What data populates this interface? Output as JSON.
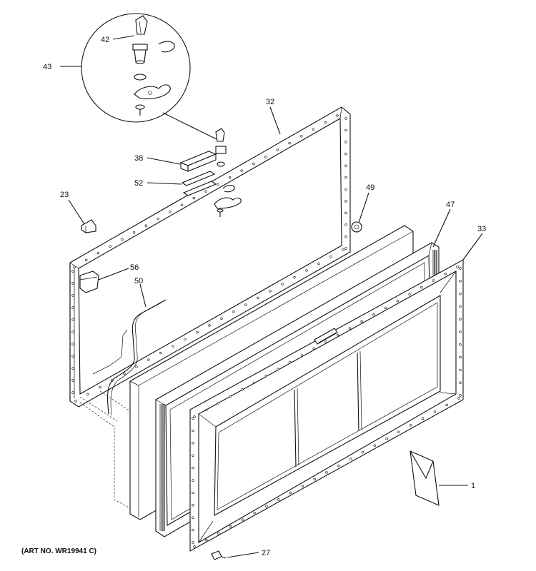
{
  "diagram": {
    "art_number": "(ART NO. WR19941 C)",
    "callouts": [
      {
        "id": "c42",
        "text": "42"
      },
      {
        "id": "c43",
        "text": "43"
      },
      {
        "id": "c32",
        "text": "32"
      },
      {
        "id": "c38",
        "text": "38"
      },
      {
        "id": "c52",
        "text": "52"
      },
      {
        "id": "c23",
        "text": "23"
      },
      {
        "id": "c49",
        "text": "49"
      },
      {
        "id": "c47",
        "text": "47"
      },
      {
        "id": "c33",
        "text": "33"
      },
      {
        "id": "c56",
        "text": "56"
      },
      {
        "id": "c50",
        "text": "50"
      },
      {
        "id": "c1",
        "text": "1"
      },
      {
        "id": "c27",
        "text": "27"
      }
    ]
  }
}
